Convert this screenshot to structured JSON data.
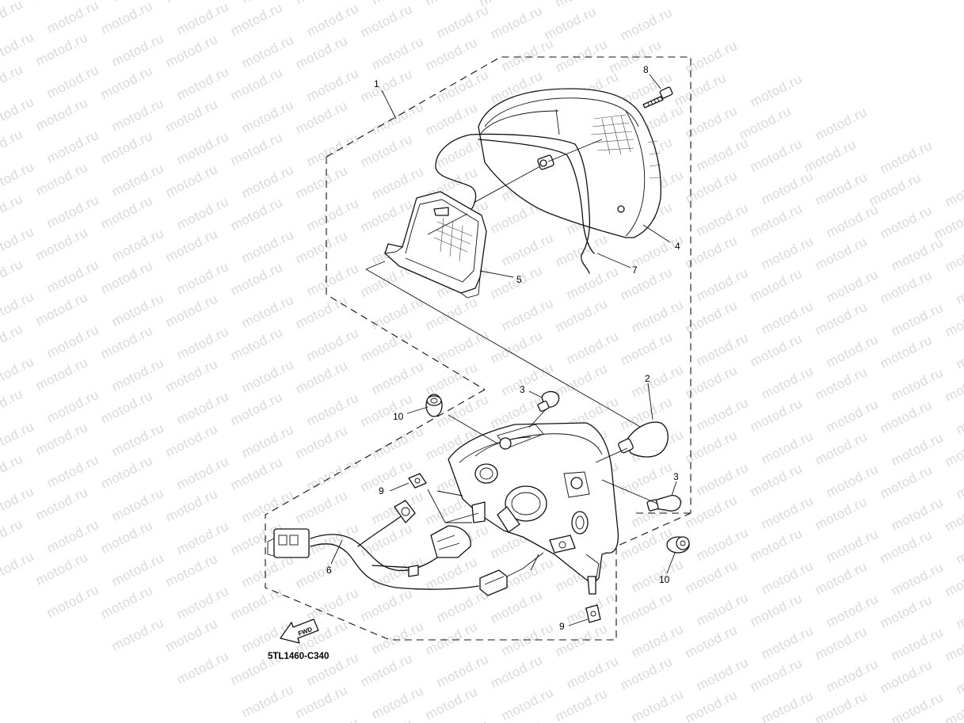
{
  "watermark": {
    "text": "motod.ru"
  },
  "diagram": {
    "drawing_code": "5TL1460-C340",
    "fwd_label": "FWD",
    "callouts": {
      "c1": "1",
      "c2": "2",
      "c3a": "3",
      "c3b": "3",
      "c4": "4",
      "c5": "5",
      "c6": "6",
      "c7": "7",
      "c8": "8",
      "c9a": "9",
      "c9b": "9",
      "c10a": "10",
      "c10b": "10"
    }
  }
}
